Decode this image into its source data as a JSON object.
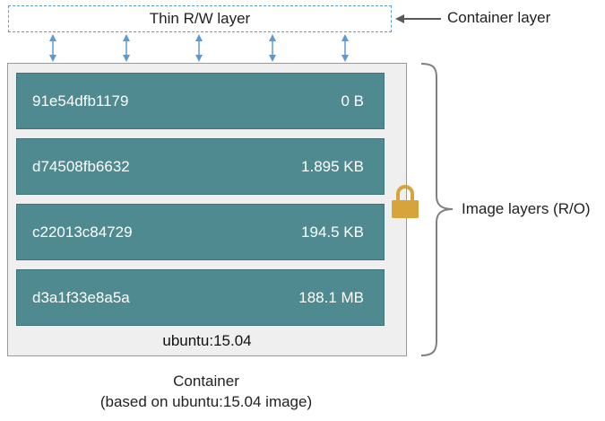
{
  "rw_layer": {
    "label": "Thin R/W layer"
  },
  "container_layer_label": "Container layer",
  "image_layers_label": "Image layers (R/O)",
  "layers": [
    {
      "id": "91e54dfb1179",
      "size": "0 B"
    },
    {
      "id": "d74508fb6632",
      "size": "1.895 KB"
    },
    {
      "id": "c22013c84729",
      "size": "194.5 KB"
    },
    {
      "id": "d3a1f33e8a5a",
      "size": "188.1 MB"
    }
  ],
  "image_name": "ubuntu:15.04",
  "container_caption": {
    "line1": "Container",
    "line2": "(based on ubuntu:15.04 image)"
  },
  "colors": {
    "layer_fill": "#4e8a8f",
    "rw_border": "#5b9bd5",
    "arrow": "#5b9bd5",
    "lock": "#d6a43a",
    "image_box_fill": "#efefef"
  },
  "icons": {
    "lock": "lock-icon"
  }
}
